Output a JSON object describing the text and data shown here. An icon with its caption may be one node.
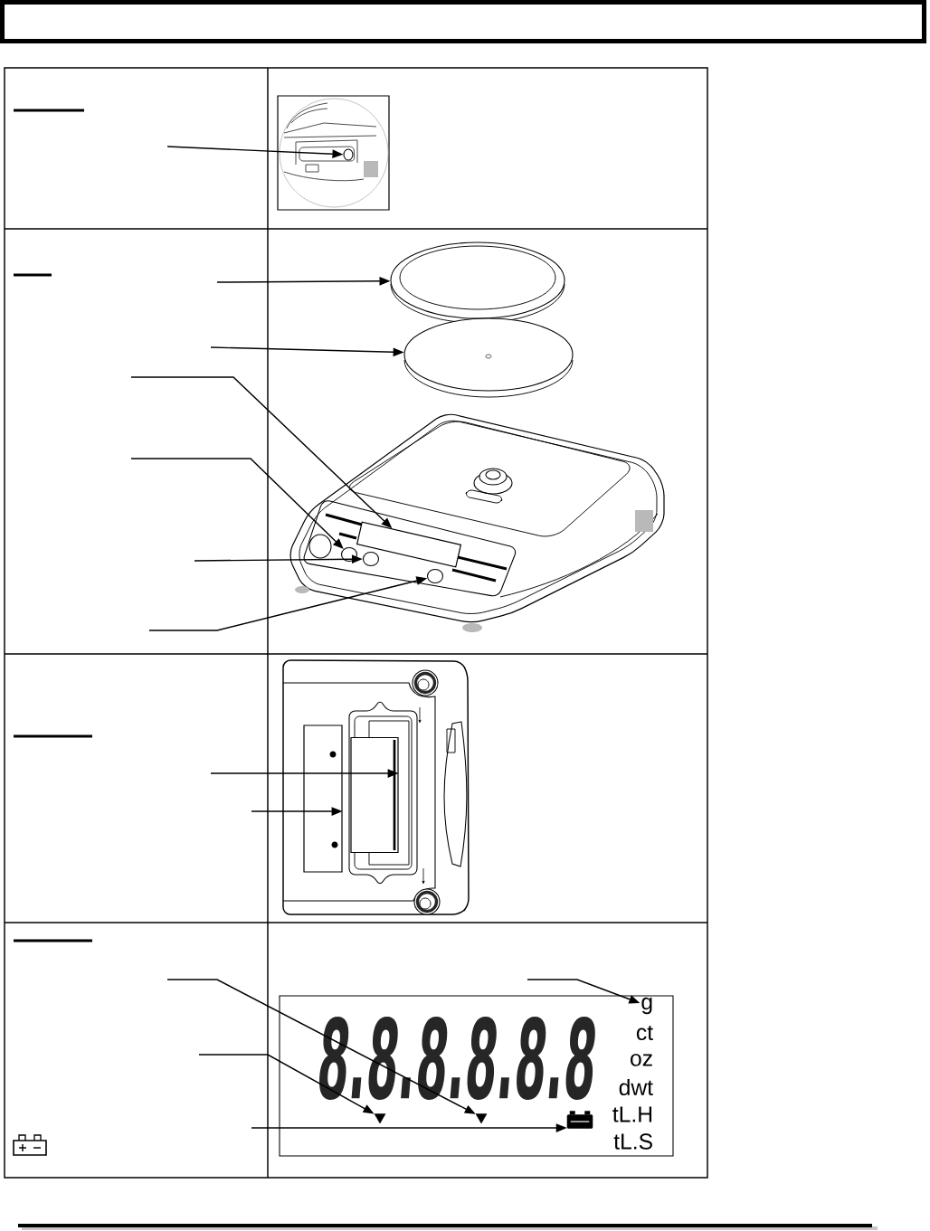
{
  "diagram": {
    "nodes": [
      {
        "text": [],
        "shape": "circle"
      },
      {
        "text": [],
        "shape": "circle"
      },
      {
        "text": [],
        "shape": "circle"
      },
      {
        "text": [],
        "shape": "box"
      },
      {
        "text": [],
        "shape": "circle"
      },
      {
        "text": [],
        "shape": "circle"
      },
      {
        "text": [],
        "shape": "circle"
      },
      {
        "text": [],
        "shape": "box"
      },
      {
        "text": [],
        "shape": "box"
      },
      {
        "text": [
          "8.8.8.8.8.8",
          "ct",
          "oz",
          "dwt",
          "tL.H",
          "tL.S"
        ]
      },
      {
        "text": [
          "g"
        ],
        "in": 9
      },
      {
        "text": [],
        "shape": "triangle",
        "in": 9
      },
      {
        "text": [],
        "shape": "triangle",
        "in": 9
      },
      {
        "text": [],
        "shape": "battery",
        "in": 9
      }
    ],
    "edges": [
      {
        "from": null,
        "to": 0,
        "arrow": "to"
      },
      {
        "from": null,
        "to": 1,
        "arrow": "to"
      },
      {
        "from": null,
        "to": 2,
        "arrow": "to"
      },
      {
        "from": null,
        "to": 3,
        "arrow": "to"
      },
      {
        "from": null,
        "to": 4,
        "arrow": "to"
      },
      {
        "from": null,
        "to": 5,
        "arrow": "to"
      },
      {
        "from": null,
        "to": 6,
        "arrow": "to"
      },
      {
        "from": null,
        "to": 8,
        "arrow": "to"
      },
      {
        "from": null,
        "to": 7,
        "arrow": "to"
      },
      {
        "from": null,
        "to": 12,
        "arrow": "to"
      },
      {
        "from": null,
        "to": 10,
        "arrow": "to"
      },
      {
        "from": null,
        "to": 11,
        "arrow": "to"
      },
      {
        "from": null,
        "to": 13,
        "arrow": "to"
      }
    ]
  }
}
